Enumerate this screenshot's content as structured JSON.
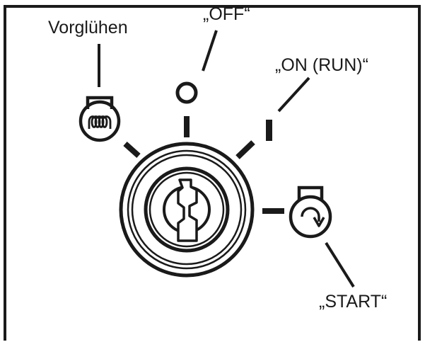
{
  "labels": {
    "glow": "Vorglühen",
    "off": "„OFF“",
    "on": "„ON (RUN)“",
    "start": "„START“"
  },
  "symbols": {
    "off": "O",
    "on": "I"
  },
  "colors": {
    "ink": "#1a1a1a",
    "background": "#ffffff"
  },
  "icons": [
    "glow-plug-icon",
    "key-icon",
    "starter-icon"
  ]
}
